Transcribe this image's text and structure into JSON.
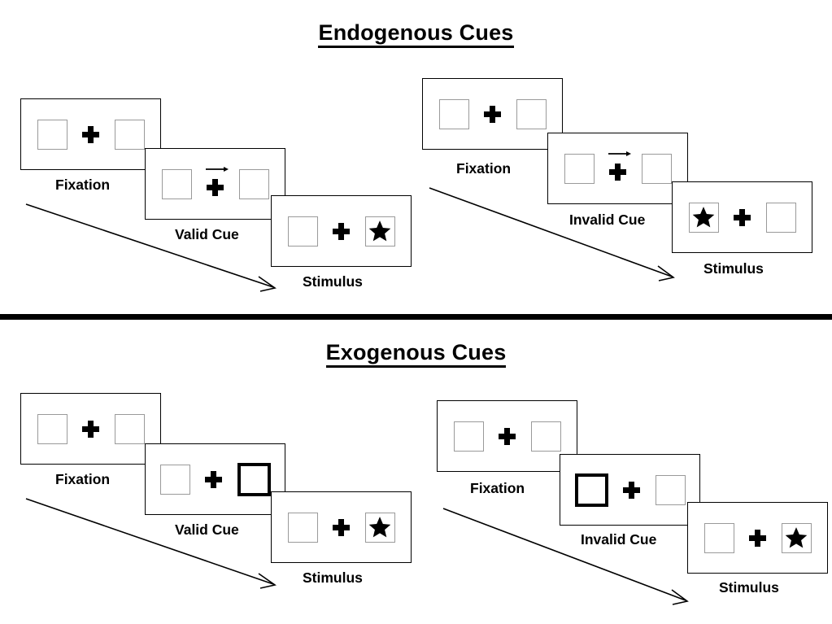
{
  "figure": {
    "sections": [
      {
        "id": "endogenous",
        "title": "Endogenous Cues",
        "groups": [
          {
            "id": "endogenous-valid",
            "condition": "valid",
            "frames": [
              {
                "caption": "Fixation",
                "left_box": "empty",
                "right_box": "empty",
                "cue": "none",
                "center": "fixation-cross"
              },
              {
                "caption": "Valid Cue",
                "left_box": "empty",
                "right_box": "empty",
                "cue": "arrow-right",
                "center": "fixation-cross"
              },
              {
                "caption": "Stimulus",
                "left_box": "empty",
                "right_box": "star",
                "cue": "none",
                "center": "fixation-cross"
              }
            ]
          },
          {
            "id": "endogenous-invalid",
            "condition": "invalid",
            "frames": [
              {
                "caption": "Fixation",
                "left_box": "empty",
                "right_box": "empty",
                "cue": "none",
                "center": "fixation-cross"
              },
              {
                "caption": "Invalid Cue",
                "left_box": "empty",
                "right_box": "empty",
                "cue": "arrow-right",
                "center": "fixation-cross"
              },
              {
                "caption": "Stimulus",
                "left_box": "star",
                "right_box": "empty",
                "cue": "none",
                "center": "fixation-cross"
              }
            ]
          }
        ]
      },
      {
        "id": "exogenous",
        "title": "Exogenous Cues",
        "groups": [
          {
            "id": "exogenous-valid",
            "condition": "valid",
            "frames": [
              {
                "caption": "Fixation",
                "left_box": "empty",
                "right_box": "empty",
                "cue": "none",
                "center": "fixation-cross"
              },
              {
                "caption": "Valid Cue",
                "left_box": "empty",
                "right_box": "cued",
                "cue": "box-flash-right",
                "center": "fixation-cross"
              },
              {
                "caption": "Stimulus",
                "left_box": "empty",
                "right_box": "star",
                "cue": "none",
                "center": "fixation-cross"
              }
            ]
          },
          {
            "id": "exogenous-invalid",
            "condition": "invalid",
            "frames": [
              {
                "caption": "Fixation",
                "left_box": "empty",
                "right_box": "empty",
                "cue": "none",
                "center": "fixation-cross"
              },
              {
                "caption": "Invalid Cue",
                "left_box": "cued",
                "right_box": "empty",
                "cue": "box-flash-left",
                "center": "fixation-cross"
              },
              {
                "caption": "Stimulus",
                "left_box": "empty",
                "right_box": "star",
                "cue": "none",
                "center": "fixation-cross"
              }
            ]
          }
        ]
      }
    ],
    "colors": {
      "stroke": "#000000",
      "box_border": "#9a9a9a",
      "background": "#ffffff"
    }
  }
}
